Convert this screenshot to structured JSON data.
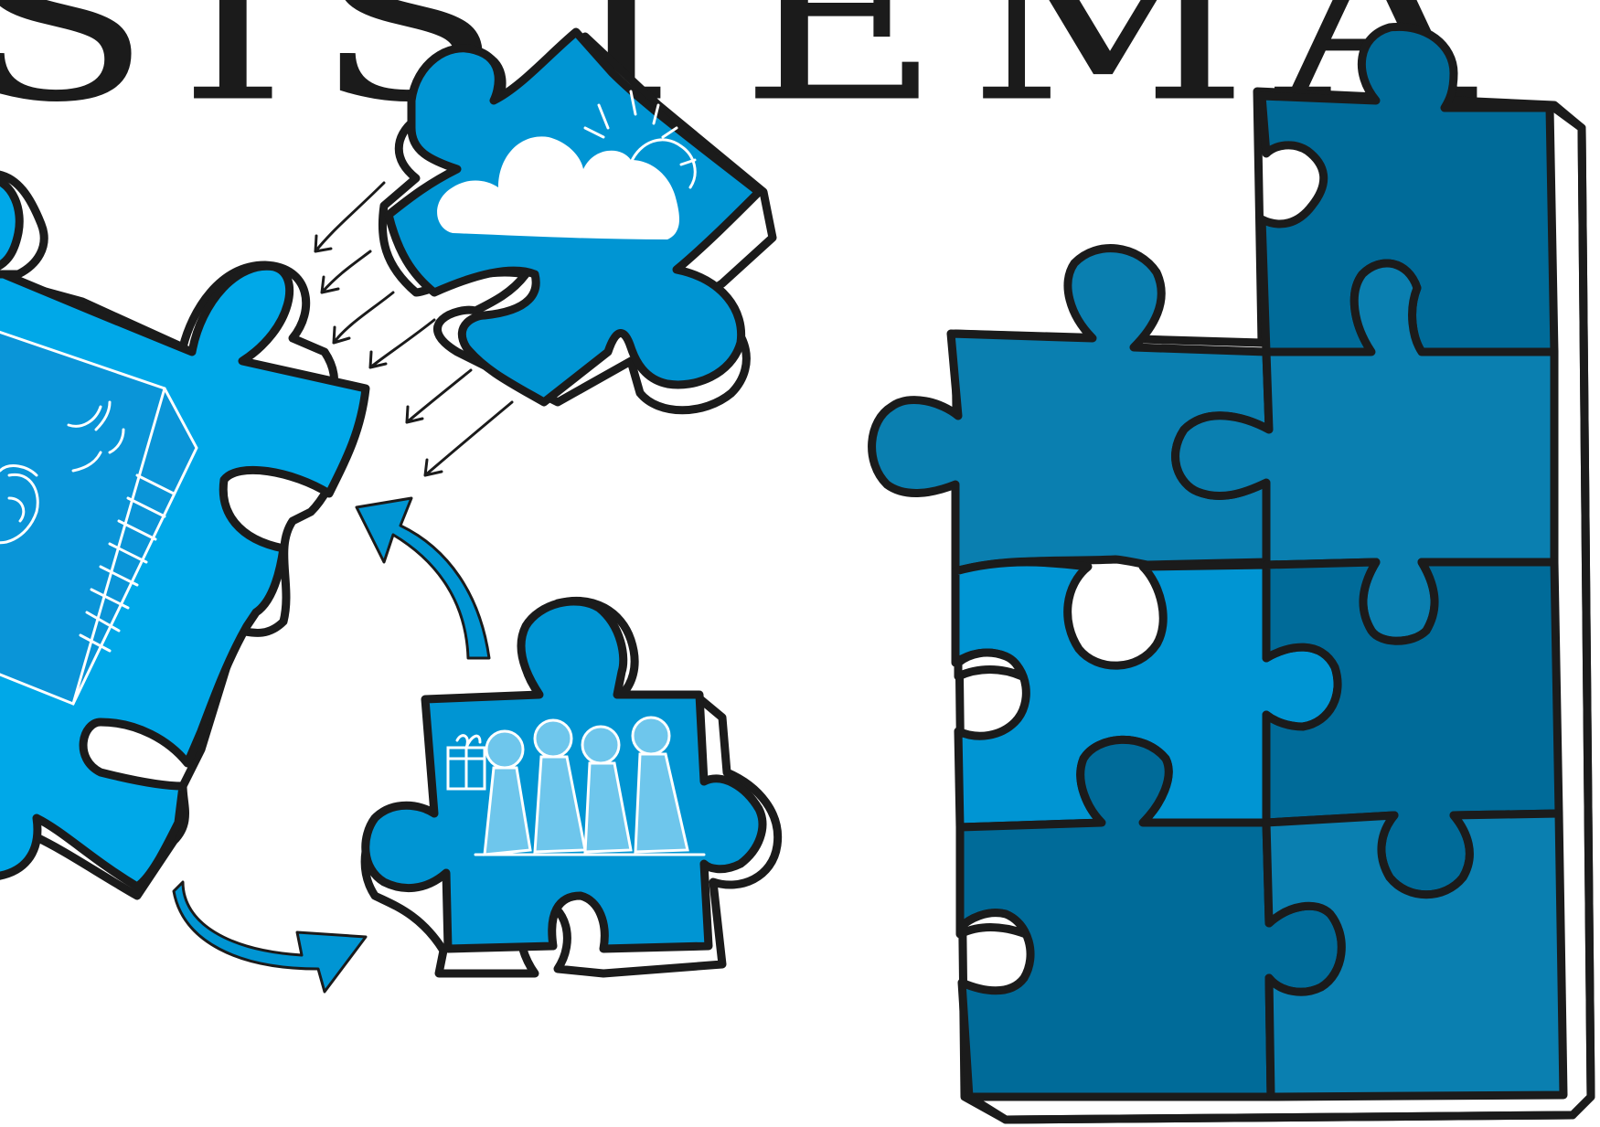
{
  "title": {
    "text": "SISTEMA"
  },
  "colors": {
    "ink": "#1b1b1b",
    "blue_light": "#00a8e8",
    "blue_mid": "#0095d3",
    "blue_dark": "#006b99",
    "blue_steel": "#0a7fb0",
    "white": "#ffffff"
  },
  "illustration": {
    "puzzle_pieces": [
      {
        "name": "building-piece",
        "icon": "building-icon"
      },
      {
        "name": "weather-piece",
        "icon": "cloud-sun-icon"
      },
      {
        "name": "people-piece",
        "icon": "people-group-icon"
      }
    ],
    "assembled_puzzle": {
      "rows": 4,
      "cols": 2
    }
  }
}
